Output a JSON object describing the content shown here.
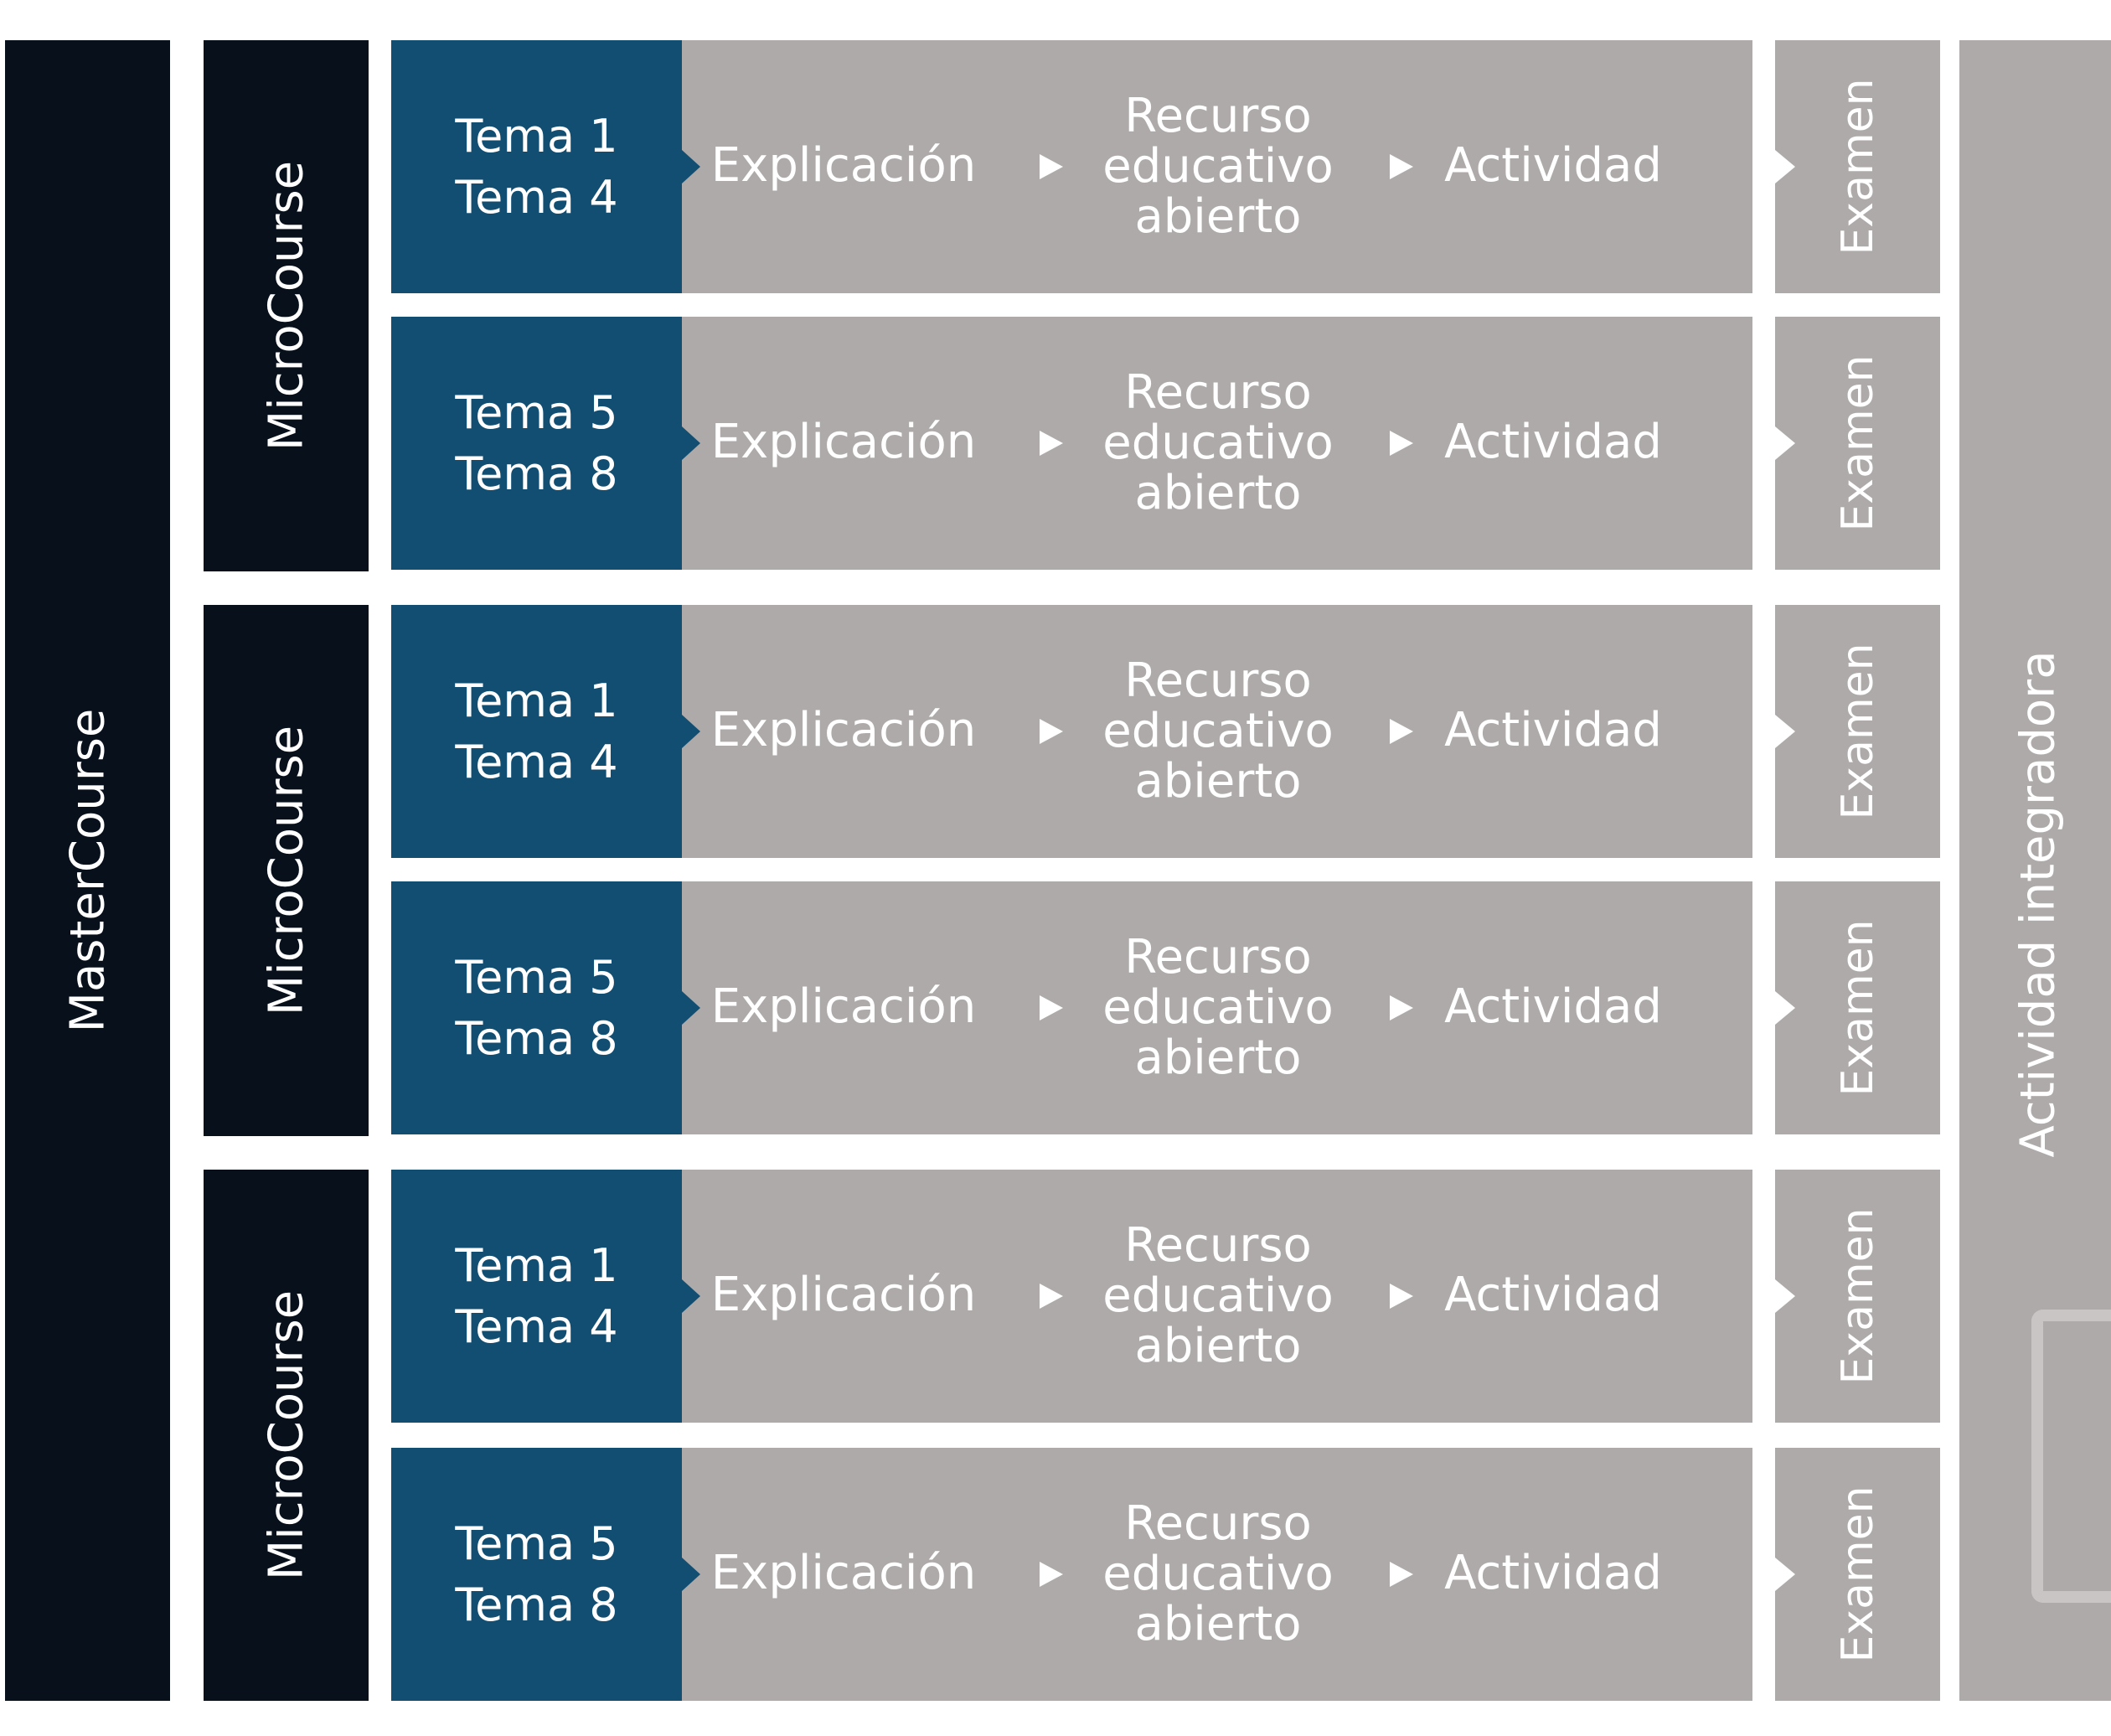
{
  "master": {
    "label": "MasterCourse"
  },
  "micro_label": "MicroCourse",
  "steps": {
    "explicacion": "Explicación",
    "recurso": [
      "Recurso",
      "educativo",
      "abierto"
    ],
    "actividad": "Actividad"
  },
  "topics": {
    "a": [
      "Tema 1",
      "Tema 4"
    ],
    "b": [
      "Tema 5",
      "Tema 8"
    ]
  },
  "exam_label": "Examen",
  "integradora": {
    "label": "Actividad integradora"
  },
  "colors": {
    "dark": "#07101b",
    "topic_blue": "#124e72",
    "gray": "#aeaaa9",
    "text": "#ffffff"
  }
}
